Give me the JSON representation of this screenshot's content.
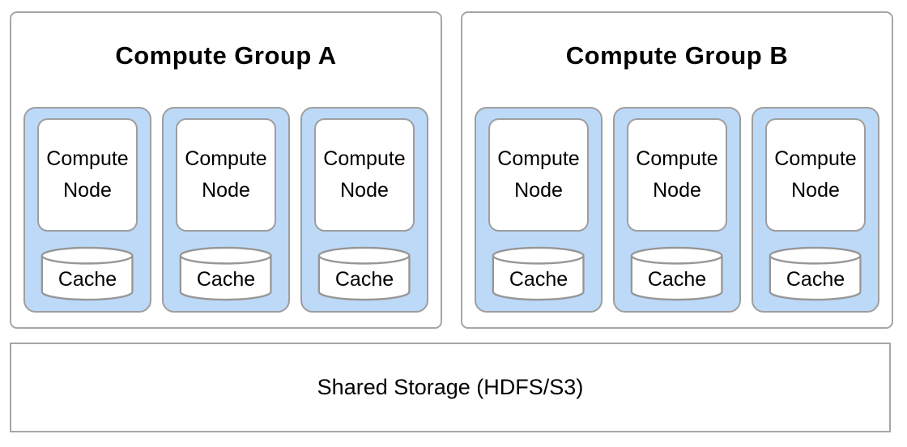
{
  "diagram": {
    "groups": [
      {
        "title": "Compute Group A",
        "nodes": [
          {
            "node_label": "Compute Node",
            "cache_label": "Cache"
          },
          {
            "node_label": "Compute Node",
            "cache_label": "Cache"
          },
          {
            "node_label": "Compute Node",
            "cache_label": "Cache"
          }
        ]
      },
      {
        "title": "Compute Group B",
        "nodes": [
          {
            "node_label": "Compute Node",
            "cache_label": "Cache"
          },
          {
            "node_label": "Compute Node",
            "cache_label": "Cache"
          },
          {
            "node_label": "Compute Node",
            "cache_label": "Cache"
          }
        ]
      }
    ],
    "storage_label": "Shared Storage (HDFS/S3)",
    "colors": {
      "cell_fill": "#bdd9f8",
      "cell_border": "#9e9e9e",
      "container_border": "#a6a6a6",
      "cylinder_stroke": "#979797",
      "text": "#000000",
      "background": "#ffffff"
    }
  }
}
